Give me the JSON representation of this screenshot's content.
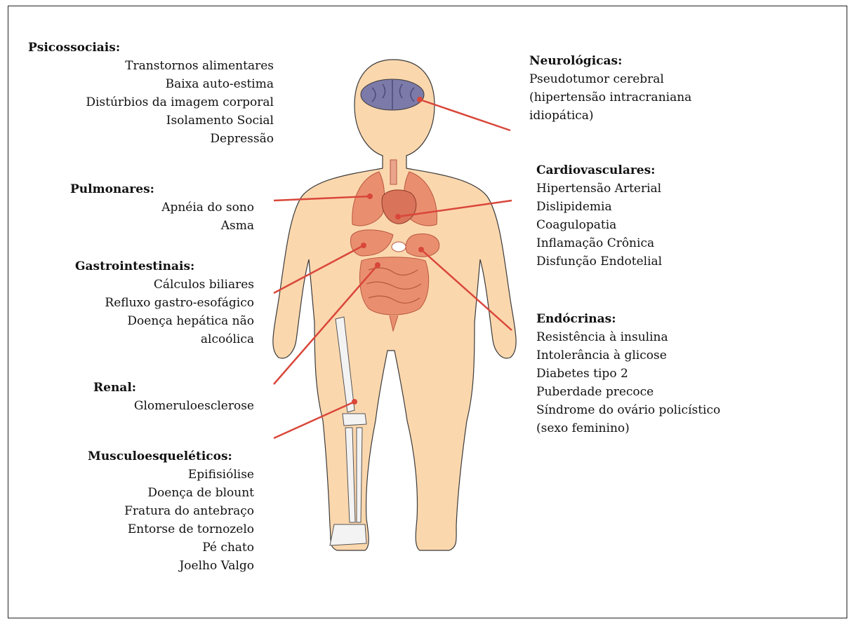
{
  "groups": {
    "psicossociais": {
      "title": "Psicossociais:",
      "items": [
        "Transtornos alimentares",
        "Baixa auto-estima",
        "Distúrbios da imagem  corporal",
        "Isolamento Social",
        "Depressão"
      ]
    },
    "pulmonares": {
      "title": "Pulmonares:",
      "items": [
        "Apnéia do sono",
        "Asma"
      ]
    },
    "gastrointestinais": {
      "title": "Gastrointestinais:",
      "items": [
        "Cálculos biliares",
        "Refluxo gastro-esofágico",
        "Doença hepática não",
        "alcoólica"
      ]
    },
    "renal": {
      "title": "Renal:",
      "items": [
        "Glomeruloesclerose"
      ]
    },
    "musculo": {
      "title": "Musculoesqueléticos:",
      "items": [
        "Epifisiólise",
        "Doença de blount",
        "Fratura do antebraço",
        "Entorse de tornozelo",
        "Pé chato",
        "Joelho Valgo"
      ]
    },
    "neuro": {
      "title": "Neurológicas:",
      "items": [
        "Pseudotumor cerebral",
        "(hipertensão intracraniana",
        "idiopática)"
      ]
    },
    "cardio": {
      "title": "Cardiovasculares:",
      "items": [
        "Hipertensão Arterial",
        "Dislipidemia",
        "Coagulopatia",
        "Inflamação Crônica",
        "Disfunção Endotelial"
      ]
    },
    "endocrinas": {
      "title": "Endócrinas:",
      "items": [
        "Resistência à insulina",
        "Intolerância à glicose",
        "Diabetes tipo 2",
        "Puberdade precoce",
        "Síndrome do ovário policístico",
        "(sexo feminino)"
      ]
    }
  },
  "colors": {
    "skin": "#fbd7ae",
    "outline": "#3a3a3a",
    "organ": "#e98f70",
    "organ_dark": "#b9573e",
    "brain": "#7c7aa8",
    "pointer": "#d9473a",
    "bone": "#f3f3f3"
  }
}
